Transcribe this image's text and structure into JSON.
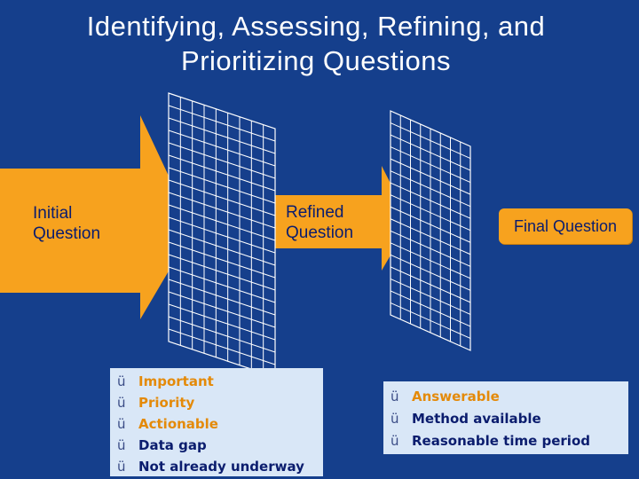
{
  "title": {
    "line1": "Identifying, Assessing, Refining, and",
    "line2": "Prioritizing Questions"
  },
  "stages": {
    "initial": {
      "line1": "Initial",
      "line2": "Question"
    },
    "refined": {
      "line1": "Refined",
      "line2": "Question"
    },
    "final": "Final Question"
  },
  "filters": {
    "first": [
      {
        "check": "ü",
        "text": "Important"
      },
      {
        "check": "ü",
        "text": "Priority"
      },
      {
        "check": "ü",
        "text": "Actionable"
      },
      {
        "check": "ü",
        "text": "Data gap"
      },
      {
        "check": "ü",
        "text": "Not already underway"
      }
    ],
    "second": [
      {
        "check": "ü",
        "text": "Answerable"
      },
      {
        "check": "ü",
        "text": "Method available"
      },
      {
        "check": "ü",
        "text": "Reasonable time period"
      }
    ]
  },
  "colors": {
    "background": "#153f8c",
    "arrow": "#f7a21e",
    "criteria_box": "#d9e7f7",
    "text_dark": "#0b1d6e"
  }
}
